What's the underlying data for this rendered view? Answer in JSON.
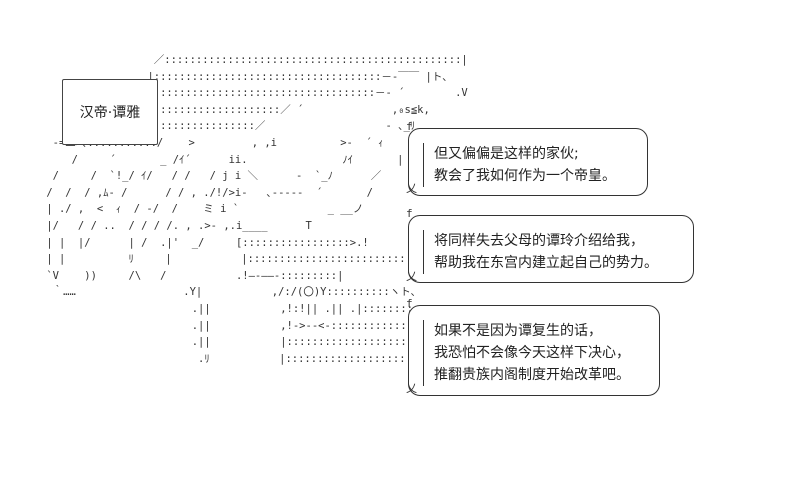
{
  "name_box": {
    "text": "汉帝·谭雅"
  },
  "speech": [
    {
      "lines": [
        "但又偏偏是这样的家伙;",
        "教会了我如何作为一个帝皇。"
      ]
    },
    {
      "lines": [
        "将同样失去父母的谭玲介绍给我，",
        "帮助我在东宫内建立起自己的势力。"
      ]
    },
    {
      "lines": [
        "如果不是因为谭复生的话，",
        "我恐怕不会像今天这样下决心，",
        "推翻贵族内阁制度开始改革吧。"
      ]
    }
  ]
}
